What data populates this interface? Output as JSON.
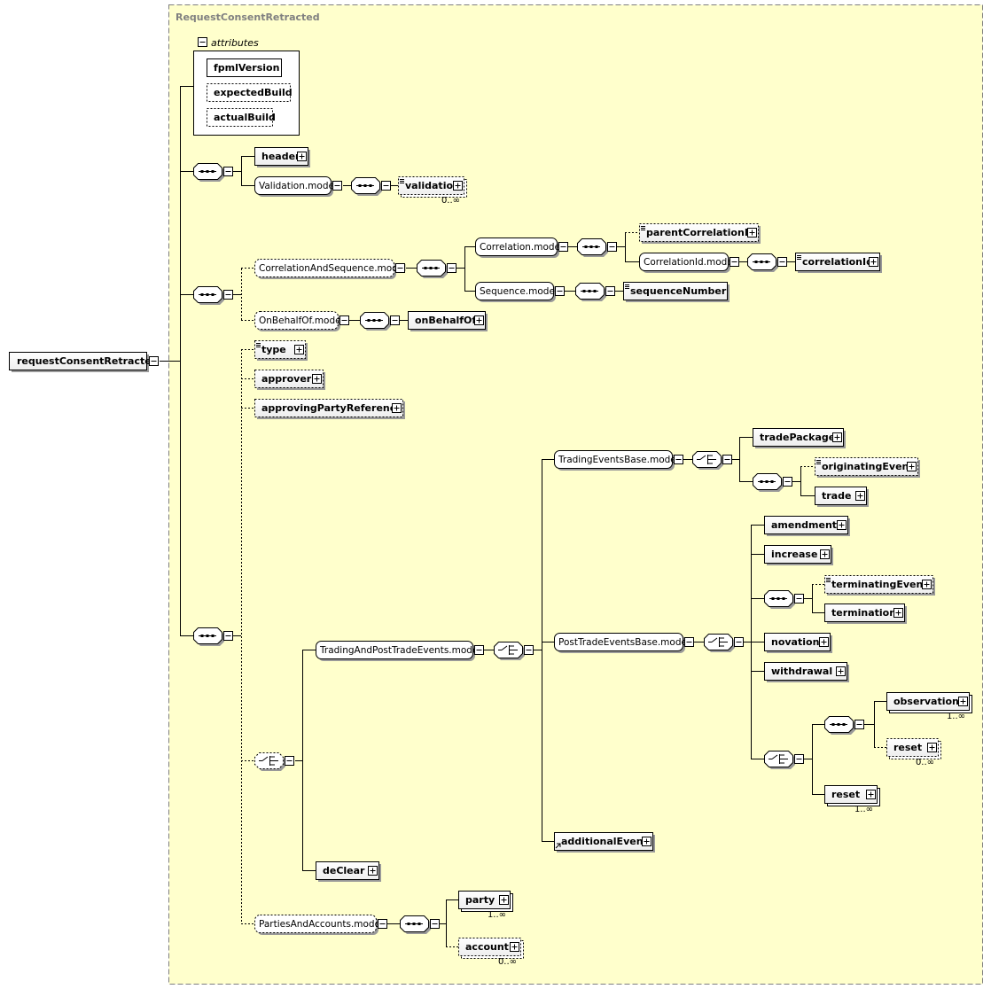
{
  "diagram": {
    "type_title": "RequestConsentRetracted",
    "root": "requestConsentRetracted",
    "attributes": {
      "heading": "attributes",
      "items": [
        "fpmlVersion",
        "expectedBuild",
        "actualBuild"
      ]
    },
    "elements": {
      "header": "header",
      "validation_model": "Validation.model",
      "validation": "validation",
      "correlation_and_sequence_model": "CorrelationAndSequence.model",
      "correlation_model": "Correlation.model",
      "parent_correlation_id": "parentCorrelationId",
      "correlation_id_model": "CorrelationId.model",
      "correlation_id": "correlationId",
      "sequence_model": "Sequence.model",
      "sequence_number": "sequenceNumber",
      "on_behalf_of_model": "OnBehalfOf.model",
      "on_behalf_of": "onBehalfOf",
      "type": "type",
      "approver": "approver",
      "approving_party_reference": "approvingPartyReference",
      "trading_and_post_trade_events": "TradingAndPostTradeEvents.model",
      "trading_events_base_model": "TradingEventsBase.model",
      "trade_package": "tradePackage",
      "originating_event": "originatingEvent",
      "trade": "trade",
      "post_trade_events_base_model": "PostTradeEventsBase.model",
      "amendment": "amendment",
      "increase": "increase",
      "terminating_event": "terminatingEvent",
      "termination": "termination",
      "novation": "novation",
      "withdrawal": "withdrawal",
      "observation": "observation",
      "reset_optional": "reset",
      "reset": "reset",
      "additional_event": "additionalEvent",
      "de_clear": "deClear",
      "parties_and_accounts_model": "PartiesAndAccounts.model",
      "party": "party",
      "account": "account"
    },
    "cardinality": {
      "validation": "0..∞",
      "observation": "1..∞",
      "reset_optional": "0..∞",
      "reset": "1..∞",
      "party": "1..∞",
      "account": "0..∞"
    },
    "colors": {
      "background": "#ffffcc",
      "border": "#7f7f7f",
      "title": "#808080"
    }
  }
}
